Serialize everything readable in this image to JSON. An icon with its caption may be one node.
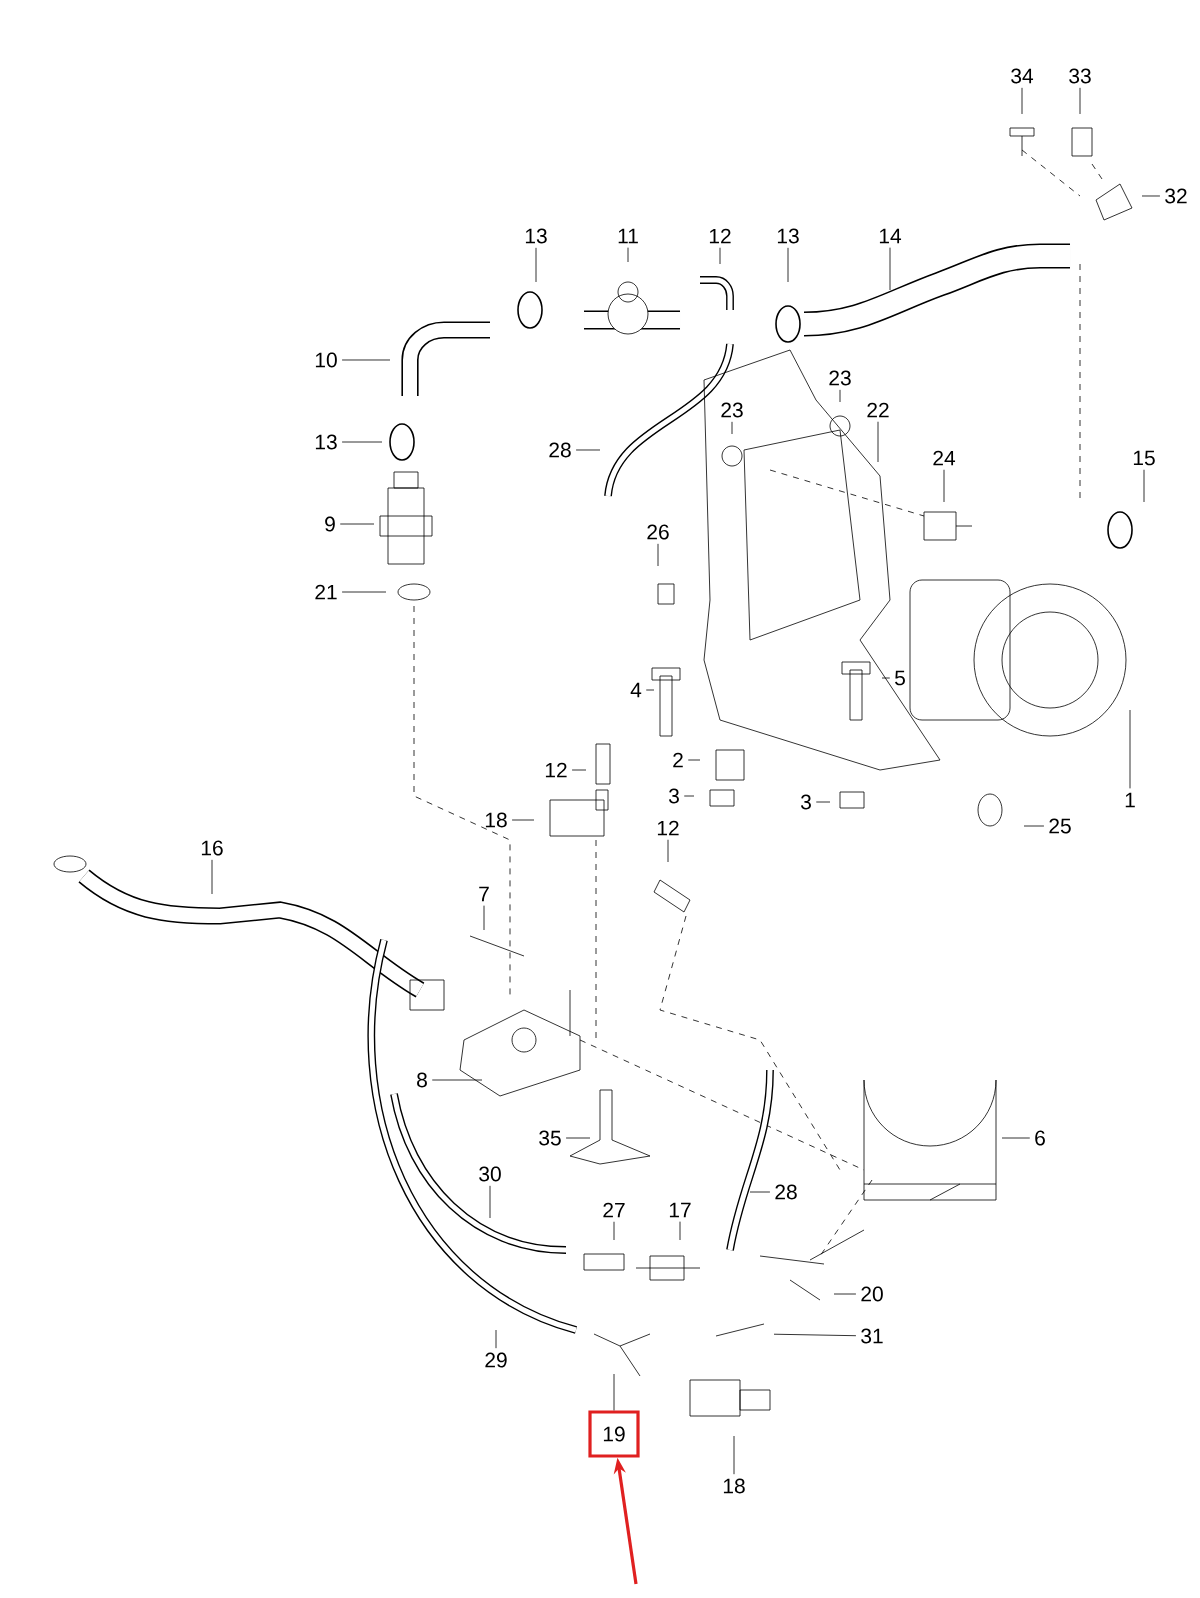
{
  "diagram": {
    "nodes": [
      {
        "text": [
          "34"
        ]
      },
      {
        "text": [
          "33"
        ]
      },
      {
        "text": [
          "32"
        ]
      },
      {
        "text": [
          "13"
        ]
      },
      {
        "text": [
          "11"
        ]
      },
      {
        "text": [
          "12"
        ]
      },
      {
        "text": [
          "13"
        ]
      },
      {
        "text": [
          "14"
        ]
      },
      {
        "text": [
          "10"
        ]
      },
      {
        "text": [
          "13"
        ]
      },
      {
        "text": [
          "23"
        ]
      },
      {
        "text": [
          "23"
        ]
      },
      {
        "text": [
          "22"
        ]
      },
      {
        "text": [
          "28"
        ]
      },
      {
        "text": [
          "24"
        ]
      },
      {
        "text": [
          "15"
        ]
      },
      {
        "text": [
          "9"
        ]
      },
      {
        "text": [
          "26"
        ]
      },
      {
        "text": [
          "21"
        ]
      },
      {
        "text": [
          "4"
        ]
      },
      {
        "text": [
          "5"
        ]
      },
      {
        "text": [
          "2"
        ]
      },
      {
        "text": [
          "12"
        ]
      },
      {
        "text": [
          "3"
        ]
      },
      {
        "text": [
          "3"
        ]
      },
      {
        "text": [
          "1"
        ]
      },
      {
        "text": [
          "18"
        ]
      },
      {
        "text": [
          "12"
        ]
      },
      {
        "text": [
          "25"
        ]
      },
      {
        "text": [
          "16"
        ]
      },
      {
        "text": [
          "7"
        ]
      },
      {
        "text": [
          "8"
        ]
      },
      {
        "text": [
          "6"
        ]
      },
      {
        "text": [
          "35"
        ]
      },
      {
        "text": [
          "30"
        ]
      },
      {
        "text": [
          "27"
        ]
      },
      {
        "text": [
          "17"
        ]
      },
      {
        "text": [
          "28"
        ]
      },
      {
        "text": [
          "20"
        ]
      },
      {
        "text": [
          "31"
        ]
      },
      {
        "text": [
          "29"
        ]
      },
      {
        "text": [
          "19"
        ]
      },
      {
        "text": [
          "18"
        ]
      }
    ],
    "edges": [
      {
        "from": 0,
        "to": null,
        "arrow": "none"
      },
      {
        "from": 1,
        "to": null,
        "arrow": "none"
      },
      {
        "from": 2,
        "to": null,
        "arrow": "none"
      },
      {
        "from": 3,
        "to": null,
        "arrow": "none"
      },
      {
        "from": 4,
        "to": null,
        "arrow": "none"
      },
      {
        "from": 5,
        "to": null,
        "arrow": "none"
      },
      {
        "from": 6,
        "to": null,
        "arrow": "none"
      },
      {
        "from": 7,
        "to": null,
        "arrow": "none"
      },
      {
        "from": 8,
        "to": null,
        "arrow": "none"
      },
      {
        "from": 9,
        "to": null,
        "arrow": "none"
      },
      {
        "from": 10,
        "to": null,
        "arrow": "none"
      },
      {
        "from": 11,
        "to": null,
        "arrow": "none"
      },
      {
        "from": 12,
        "to": null,
        "arrow": "none"
      },
      {
        "from": 13,
        "to": null,
        "arrow": "none"
      },
      {
        "from": 14,
        "to": null,
        "arrow": "none"
      },
      {
        "from": 15,
        "to": null,
        "arrow": "none"
      },
      {
        "from": 16,
        "to": null,
        "arrow": "none"
      },
      {
        "from": 17,
        "to": null,
        "arrow": "none"
      },
      {
        "from": 18,
        "to": null,
        "arrow": "none"
      },
      {
        "from": 19,
        "to": null,
        "arrow": "none"
      },
      {
        "from": 20,
        "to": null,
        "arrow": "none"
      },
      {
        "from": 21,
        "to": null,
        "arrow": "none"
      },
      {
        "from": 22,
        "to": null,
        "arrow": "none"
      },
      {
        "from": 23,
        "to": null,
        "arrow": "none"
      },
      {
        "from": 24,
        "to": null,
        "arrow": "none"
      },
      {
        "from": 25,
        "to": null,
        "arrow": "none"
      },
      {
        "from": 26,
        "to": null,
        "arrow": "none"
      },
      {
        "from": 27,
        "to": null,
        "arrow": "none"
      },
      {
        "from": 28,
        "to": null,
        "arrow": "none"
      },
      {
        "from": 29,
        "to": null,
        "arrow": "none"
      },
      {
        "from": 30,
        "to": null,
        "arrow": "none"
      },
      {
        "from": 31,
        "to": null,
        "arrow": "none"
      },
      {
        "from": 32,
        "to": null,
        "arrow": "none"
      },
      {
        "from": 33,
        "to": null,
        "arrow": "none"
      },
      {
        "from": 34,
        "to": null,
        "arrow": "none"
      },
      {
        "from": 35,
        "to": null,
        "arrow": "none"
      },
      {
        "from": 36,
        "to": null,
        "arrow": "none"
      },
      {
        "from": 37,
        "to": null,
        "arrow": "none"
      },
      {
        "from": 38,
        "to": null,
        "arrow": "none"
      },
      {
        "from": 39,
        "to": null,
        "arrow": "none"
      },
      {
        "from": 40,
        "to": null,
        "arrow": "none"
      },
      {
        "from": 41,
        "to": null,
        "arrow": "none"
      },
      {
        "from": 42,
        "to": null,
        "arrow": "none"
      },
      {
        "from": null,
        "to": 41,
        "arrow": "to",
        "color": "#e02020"
      }
    ]
  }
}
